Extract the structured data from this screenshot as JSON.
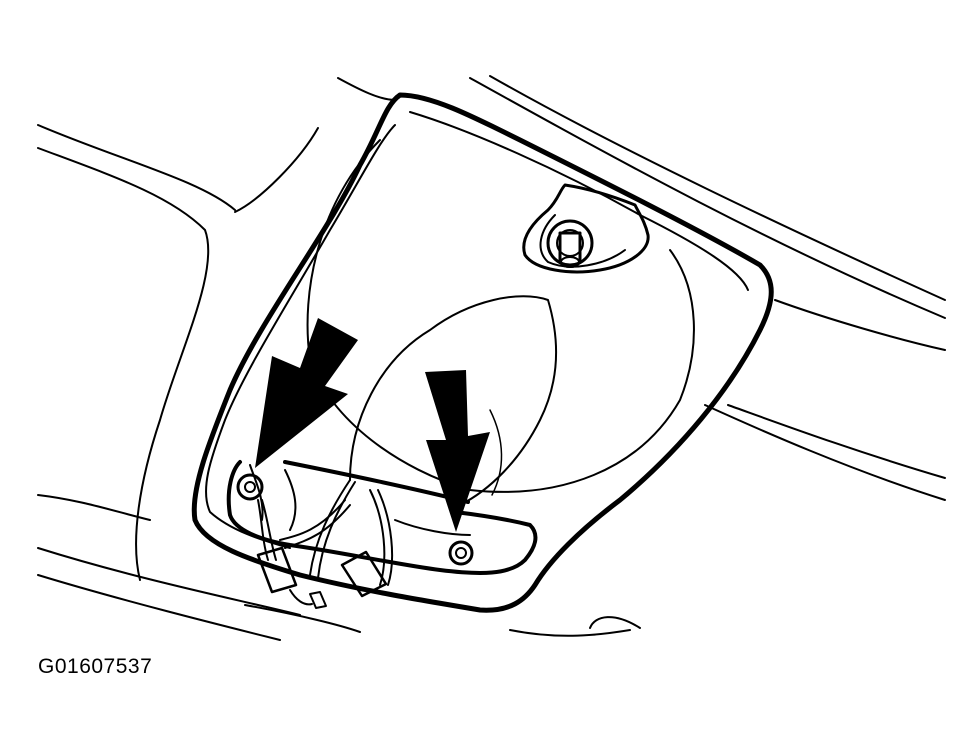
{
  "figure": {
    "id": "G01607537"
  },
  "callouts": [
    {
      "icon": "arrow-down-icon",
      "target": "screw-left"
    },
    {
      "icon": "arrow-down-icon",
      "target": "screw-right"
    }
  ]
}
